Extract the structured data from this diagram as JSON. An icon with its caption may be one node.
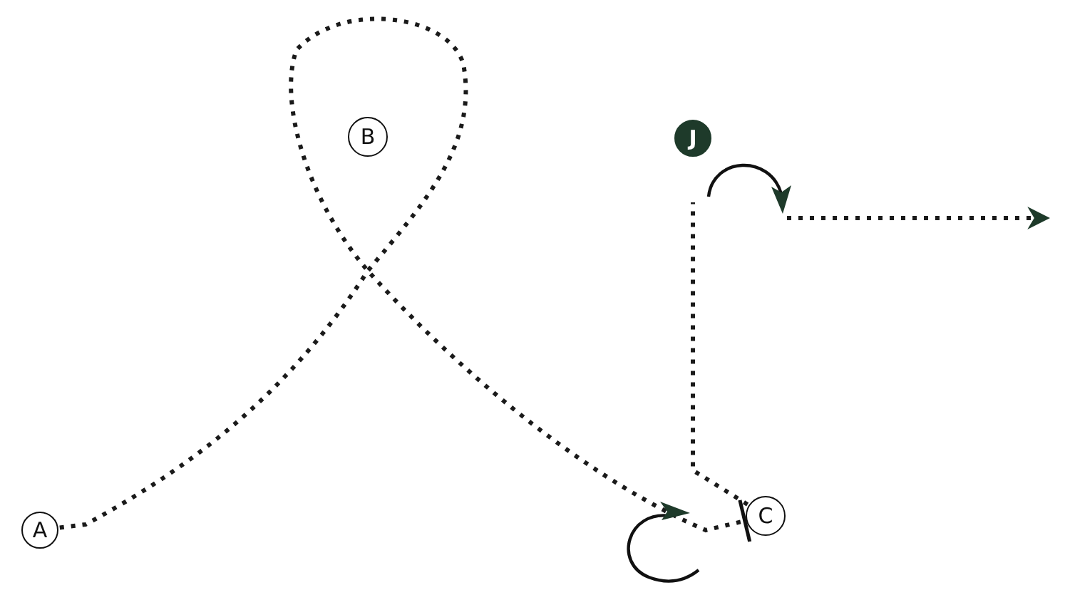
{
  "diagram": {
    "nodes": [
      {
        "text": [
          "A"
        ]
      },
      {
        "text": [
          "B"
        ]
      },
      {
        "text": [
          "C"
        ]
      },
      {
        "text": [
          "J"
        ]
      }
    ],
    "edges": [
      {
        "from": 0,
        "to": 2,
        "arrow": "other"
      },
      {
        "from": 2,
        "to": null,
        "arrow": "to"
      }
    ]
  }
}
